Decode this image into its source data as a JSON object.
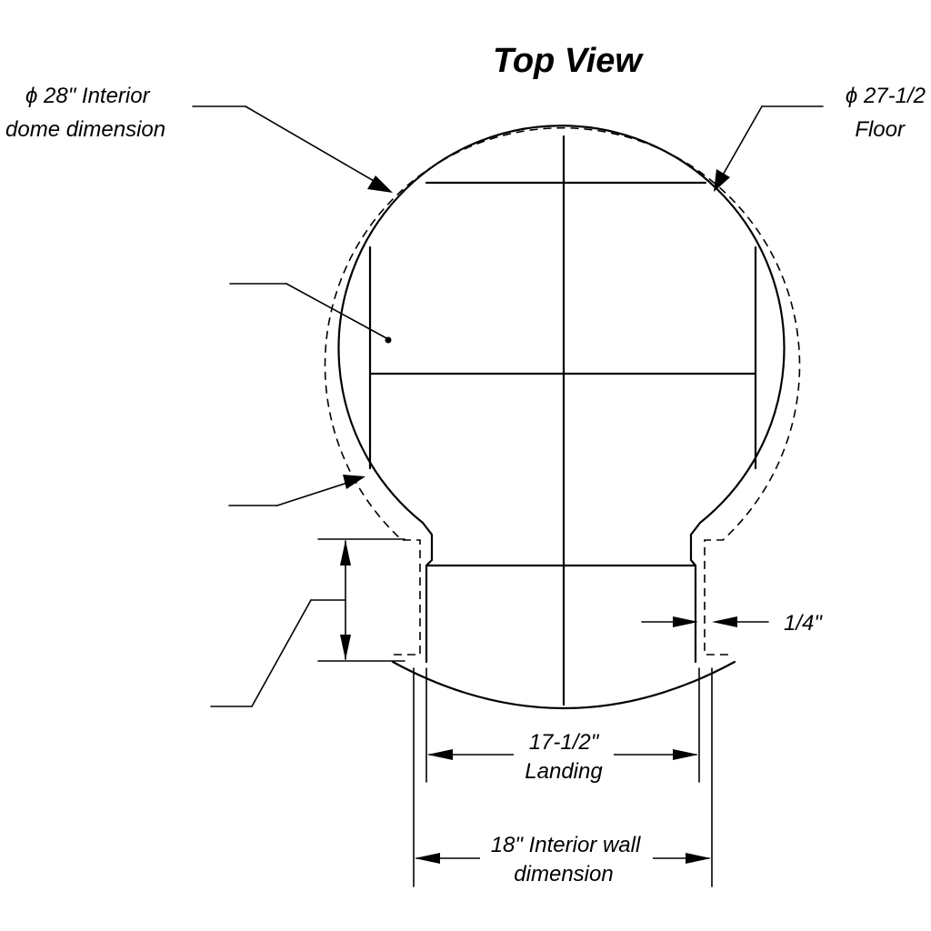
{
  "title": "Top View",
  "labels": {
    "dome_line1": "ϕ 28\" Interior",
    "dome_line2": "dome dimension",
    "floor_line1": "ϕ 27-1/2",
    "floor_line2": "Floor",
    "gap": "1/4\"",
    "landing_line1": "17-1/2\"",
    "landing_line2": "Landing",
    "wall_line1": "18\" Interior wall",
    "wall_line2": "dimension"
  }
}
